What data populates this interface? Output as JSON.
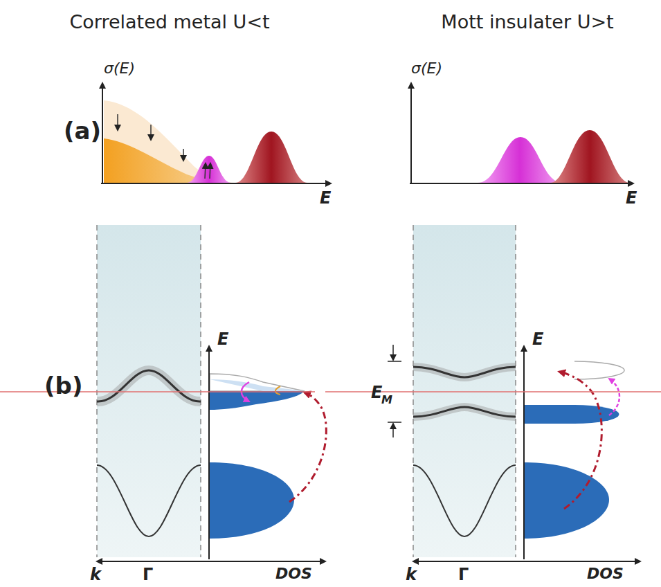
{
  "diagram": {
    "labels": [
      "Correlated metal U<t",
      "Mott insulater U>t",
      "(a)",
      "σ(E)",
      "E",
      "σ(E)",
      "E",
      "(b)",
      "E",
      "k",
      "Γ",
      "DOS",
      "E",
      "E",
      "M",
      "k",
      "Γ",
      "DOS"
    ]
  }
}
